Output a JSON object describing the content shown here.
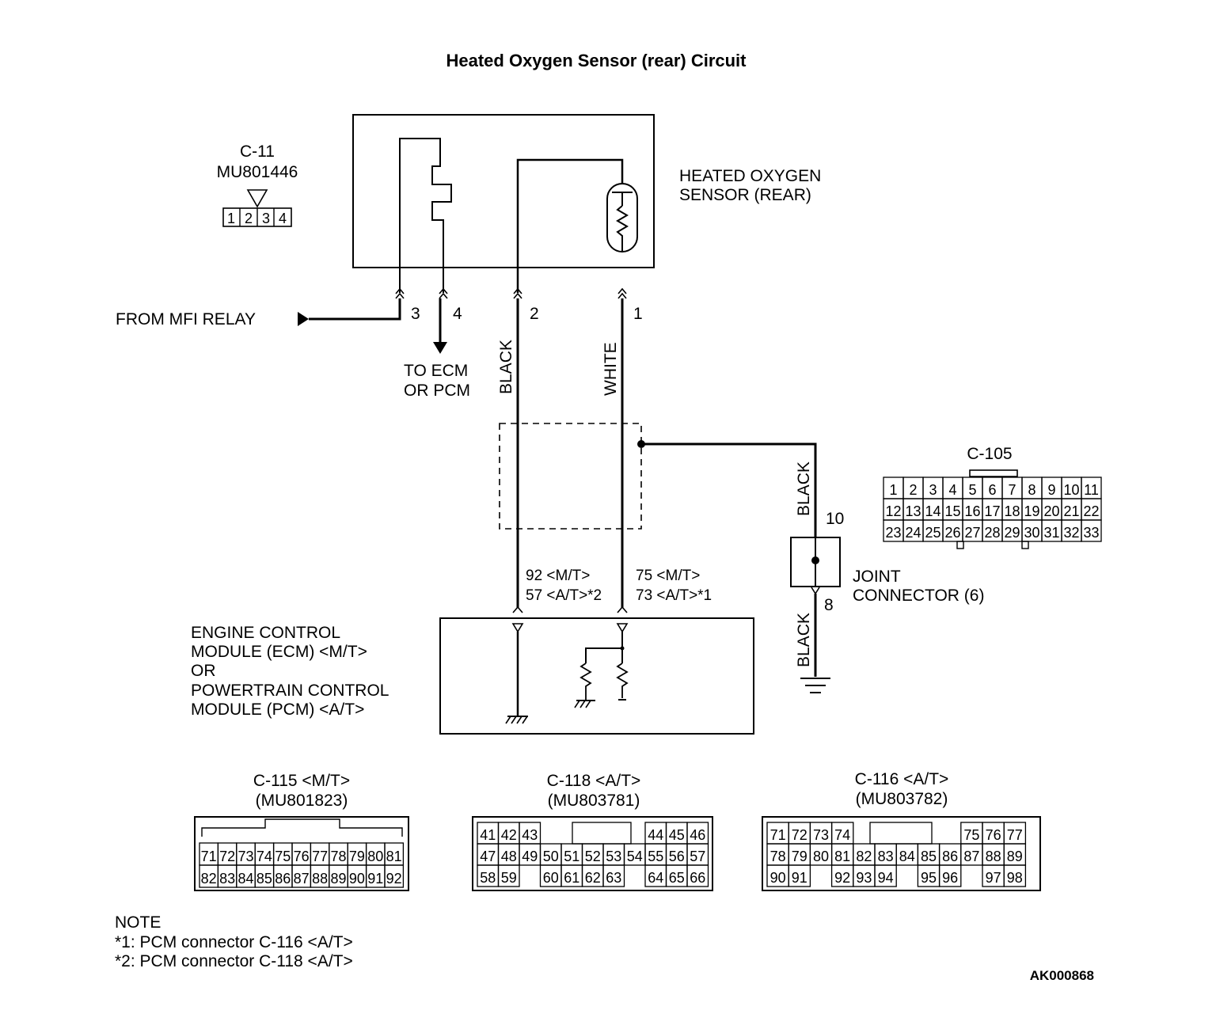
{
  "title": "Heated Oxygen Sensor (rear) Circuit",
  "figure_id": "AK000868",
  "sensor": {
    "name_line1": "HEATED OXYGEN",
    "name_line2": "SENSOR (REAR)",
    "connector_id": "C-11",
    "part_no": "MU801446",
    "pins": [
      "1",
      "2",
      "3",
      "4"
    ]
  },
  "wires": {
    "from_mfi_relay": "FROM MFI RELAY",
    "to_ecm_line1": "TO ECM",
    "to_ecm_line2": "OR PCM",
    "pin3": "3",
    "pin4": "4",
    "pin2": "2",
    "pin1": "1",
    "color_black": "BLACK",
    "color_white": "WHITE",
    "ecm_pin_left_line1": "92 <M/T>",
    "ecm_pin_left_line2": "57 <A/T>*2",
    "ecm_pin_right_line1": "75 <M/T>",
    "ecm_pin_right_line2": "73 <A/T>*1"
  },
  "joint": {
    "label_line1": "JOINT",
    "label_line2": "CONNECTOR (6)",
    "pin_top": "10",
    "pin_bottom": "8",
    "wire_top_color": "BLACK",
    "wire_bottom_color": "BLACK"
  },
  "ecm": {
    "line1": "ENGINE CONTROL",
    "line2": "MODULE (ECM) <M/T>",
    "line3": "OR",
    "line4": "POWERTRAIN CONTROL",
    "line5": "MODULE (PCM) <A/T>"
  },
  "c105": {
    "title": "C-105",
    "rows": [
      [
        "1",
        "2",
        "3",
        "4",
        "5",
        "6",
        "7",
        "8",
        "9",
        "10",
        "11"
      ],
      [
        "12",
        "13",
        "14",
        "15",
        "16",
        "17",
        "18",
        "19",
        "20",
        "21",
        "22"
      ],
      [
        "23",
        "24",
        "25",
        "26",
        "27",
        "28",
        "29",
        "30",
        "31",
        "32",
        "33"
      ]
    ]
  },
  "c115": {
    "title": "C-115 <M/T>",
    "part": "(MU801823)",
    "row1": [
      "71",
      "72",
      "73",
      "74",
      "75",
      "76",
      "77",
      "78",
      "79",
      "80",
      "81"
    ],
    "row2": [
      "82",
      "83",
      "84",
      "85",
      "86",
      "87",
      "88",
      "89",
      "90",
      "91",
      "92"
    ]
  },
  "c118": {
    "title": "C-118 <A/T>",
    "part": "(MU803781)",
    "row1": [
      "41",
      "42",
      "43",
      "",
      "",
      "",
      "",
      "",
      "44",
      "45",
      "46"
    ],
    "row2": [
      "47",
      "48",
      "49",
      "50",
      "51",
      "52",
      "53",
      "54",
      "55",
      "56",
      "57"
    ],
    "row3": [
      "58",
      "59",
      "",
      "60",
      "61",
      "62",
      "63",
      "",
      "64",
      "65",
      "66"
    ]
  },
  "c116": {
    "title": "C-116 <A/T>",
    "part": "(MU803782)",
    "row1": [
      "71",
      "72",
      "73",
      "74",
      "",
      "",
      "",
      "",
      "",
      "75",
      "76",
      "77"
    ],
    "row2": [
      "78",
      "79",
      "80",
      "81",
      "82",
      "83",
      "84",
      "85",
      "86",
      "87",
      "88",
      "89"
    ],
    "row3": [
      "90",
      "91",
      "",
      "92",
      "93",
      "94",
      "",
      "95",
      "96",
      "",
      "97",
      "98"
    ]
  },
  "note": {
    "heading": "NOTE",
    "line1": "*1: PCM connector C-116 <A/T>",
    "line2": "*2: PCM connector C-118 <A/T>"
  }
}
